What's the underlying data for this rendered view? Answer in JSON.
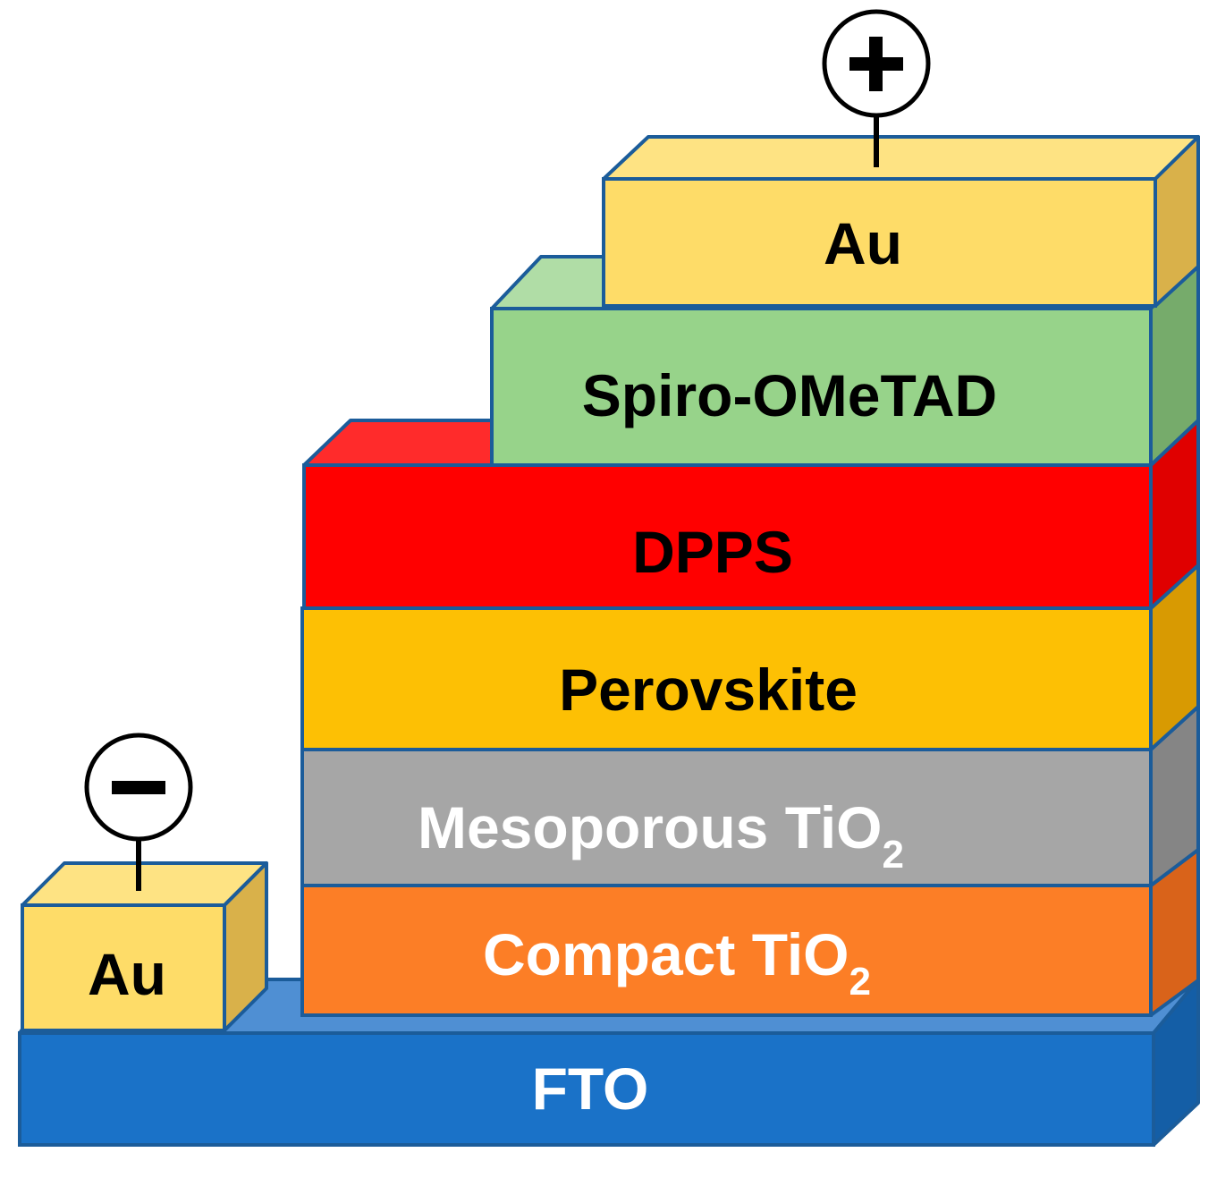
{
  "layers": {
    "fto": {
      "label": "FTO",
      "front": "#1a72c8",
      "top": "#4f8fd3",
      "side": "#145ea6",
      "text_color": "#ffffff"
    },
    "compact": {
      "label": "Compact TiO",
      "sub": "2",
      "front": "#fc7e26",
      "top": "#fd9a55",
      "side": "#d9631a",
      "text_color": "#ffffff"
    },
    "mesoporous": {
      "label": "Mesoporous TiO",
      "sub": "2",
      "front": "#a6a6a6",
      "top": "#bcbcbc",
      "side": "#858585",
      "text_color": "#ffffff"
    },
    "perovskite": {
      "label": "Perovskite",
      "front": "#fdc004",
      "top": "#fed04a",
      "side": "#d89a02",
      "text_color": "#000000"
    },
    "dpps": {
      "label": "DPPS",
      "front": "#ff0000",
      "top": "#ff2b2b",
      "side": "#e00000",
      "text_color": "#000000"
    },
    "spiro": {
      "label": "Spiro-OMeTAD",
      "front": "#97d38a",
      "top": "#b0ddA6",
      "side": "#76ab6b",
      "text_color": "#000000"
    },
    "au_top": {
      "label": "Au",
      "front": "#fedc68",
      "top": "#fee383",
      "side": "#d9b14a",
      "text_color": "#000000"
    },
    "au_left": {
      "label": "Au",
      "front": "#fedc68",
      "top": "#fee383",
      "side": "#d9b14a",
      "text_color": "#000000"
    }
  },
  "terminals": {
    "positive": {
      "symbol": "+",
      "name": "positive-terminal"
    },
    "negative": {
      "symbol": "−",
      "name": "negative-terminal"
    }
  },
  "outline_color": "#1b5c9a"
}
